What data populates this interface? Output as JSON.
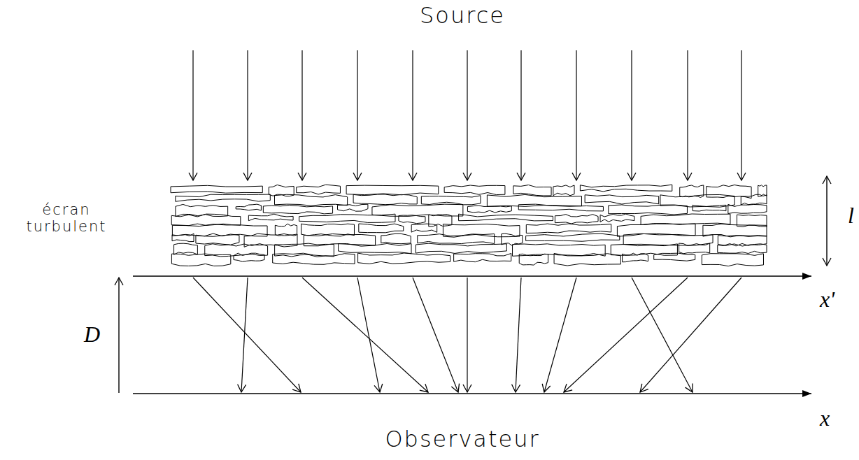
{
  "diagram": {
    "labels": [
      "Source",
      "écran turbulent",
      "l",
      "x'",
      "D",
      "x",
      "Observateur"
    ]
  }
}
